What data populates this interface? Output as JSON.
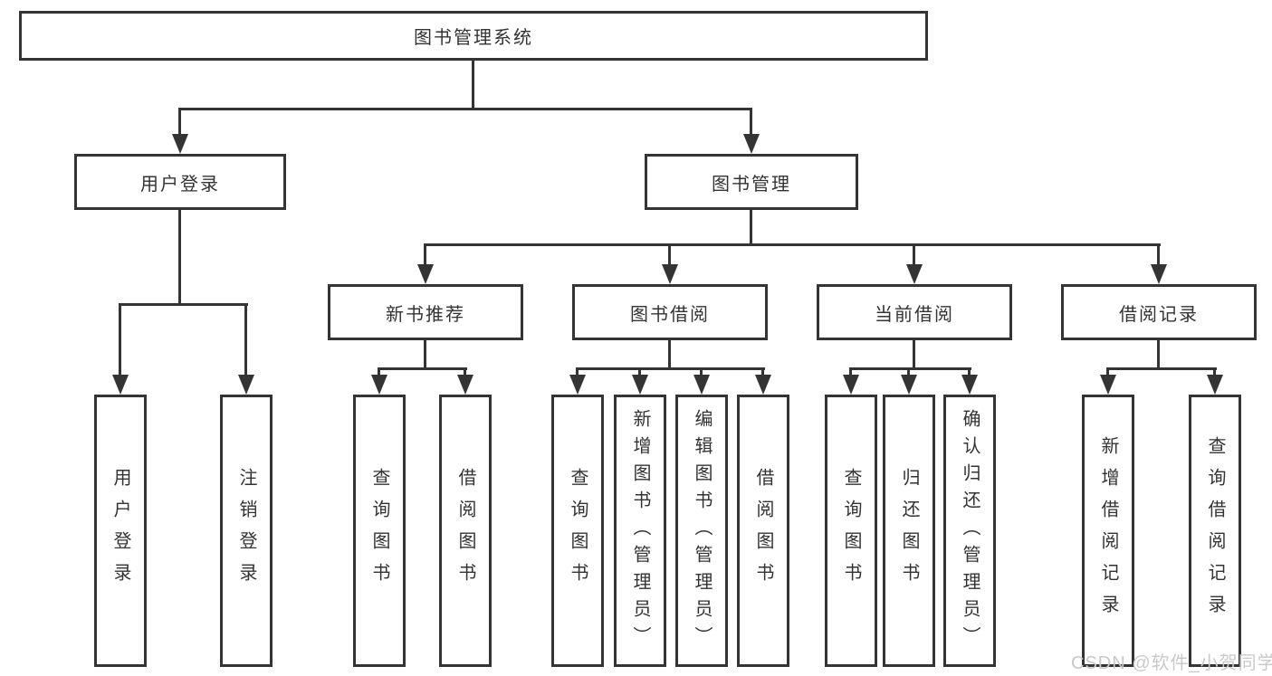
{
  "diagram": {
    "title": "图书管理系统",
    "type": "hierarchy-tree",
    "colors": {
      "line": "#343434",
      "box_border": "#343434",
      "text": "#333333",
      "watermark": "#c9c9c9",
      "background": "#ffffff"
    },
    "tree": {
      "label": "图书管理系统",
      "children": [
        {
          "label": "用户登录",
          "children": [
            {
              "label": "用户登录"
            },
            {
              "label": "注销登录"
            }
          ]
        },
        {
          "label": "图书管理",
          "children": [
            {
              "label": "新书推荐",
              "children": [
                {
                  "label": "查询图书"
                },
                {
                  "label": "借阅图书"
                }
              ]
            },
            {
              "label": "图书借阅",
              "children": [
                {
                  "label": "查询图书"
                },
                {
                  "label": "新增图书（管理员）"
                },
                {
                  "label": "编辑图书（管理员）"
                },
                {
                  "label": "借阅图书"
                }
              ]
            },
            {
              "label": "当前借阅",
              "children": [
                {
                  "label": "查询图书"
                },
                {
                  "label": "归还图书"
                },
                {
                  "label": "确认归还（管理员）"
                }
              ]
            },
            {
              "label": "借阅记录",
              "children": [
                {
                  "label": "新增借阅记录"
                },
                {
                  "label": "查询借阅记录"
                }
              ]
            }
          ]
        }
      ]
    },
    "watermark": "CSDN @软件_小贺同学"
  }
}
